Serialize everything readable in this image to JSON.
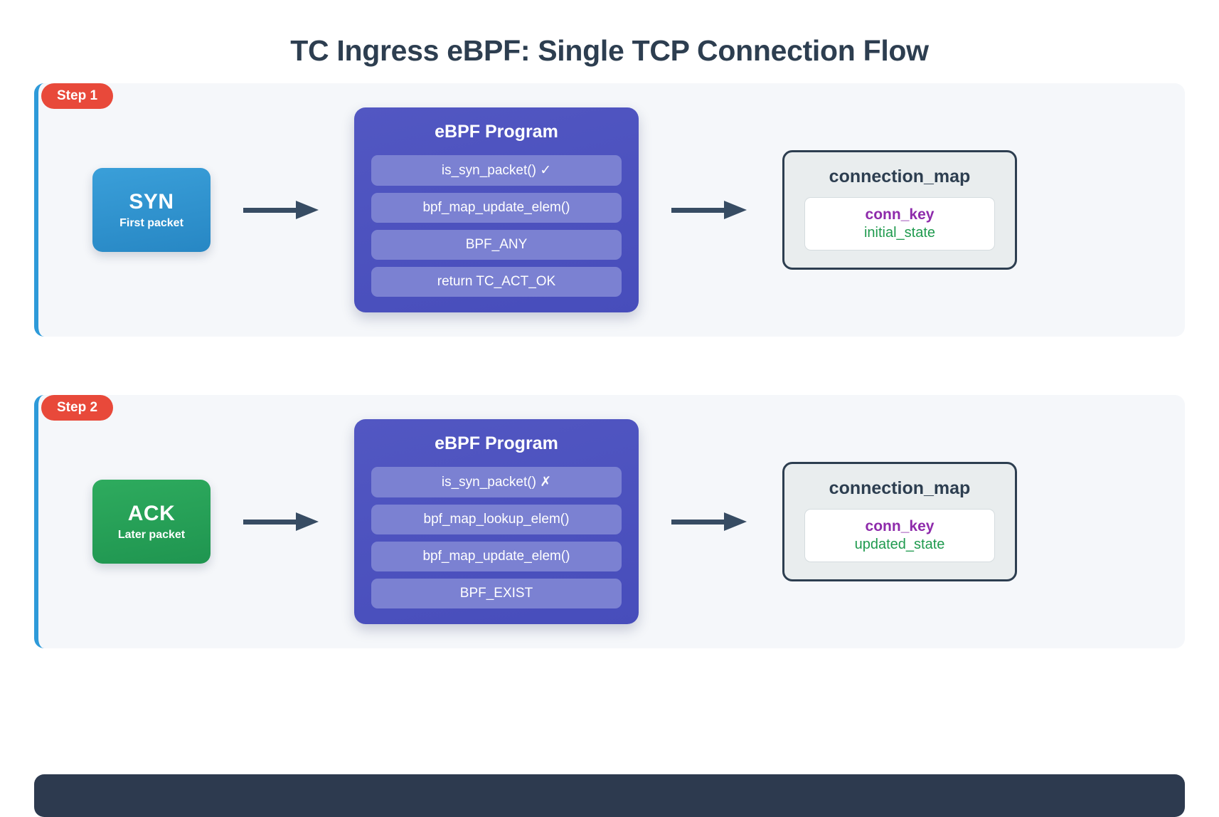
{
  "title": "TC Ingress eBPF: Single TCP Connection Flow",
  "colors": {
    "title": "#2d3e50",
    "badge": "#e8493a",
    "step_accent": "#2e9ad9",
    "syn": "#2787c4",
    "ack": "#1f9550",
    "ebpf": "#4b51bb",
    "ebpf_item": "#7b81d2",
    "map_border": "#2d3e50",
    "map_key": "#8e2bab",
    "map_value": "#1f9a4e",
    "arrow": "#374c63",
    "bottom_bar": "#2d3a4f"
  },
  "steps": [
    {
      "badge": "Step 1",
      "packet": {
        "label": "SYN",
        "sublabel": "First packet"
      },
      "program": {
        "title": "eBPF Program",
        "items": [
          "is_syn_packet() ✓",
          "bpf_map_update_elem()",
          "BPF_ANY",
          "return TC_ACT_OK"
        ]
      },
      "map": {
        "title": "connection_map",
        "key": "conn_key",
        "value": "initial_state"
      }
    },
    {
      "badge": "Step 2",
      "packet": {
        "label": "ACK",
        "sublabel": "Later packet"
      },
      "program": {
        "title": "eBPF Program",
        "items": [
          "is_syn_packet() ✗",
          "bpf_map_lookup_elem()",
          "bpf_map_update_elem()",
          "BPF_EXIST"
        ]
      },
      "map": {
        "title": "connection_map",
        "key": "conn_key",
        "value": "updated_state"
      }
    }
  ]
}
